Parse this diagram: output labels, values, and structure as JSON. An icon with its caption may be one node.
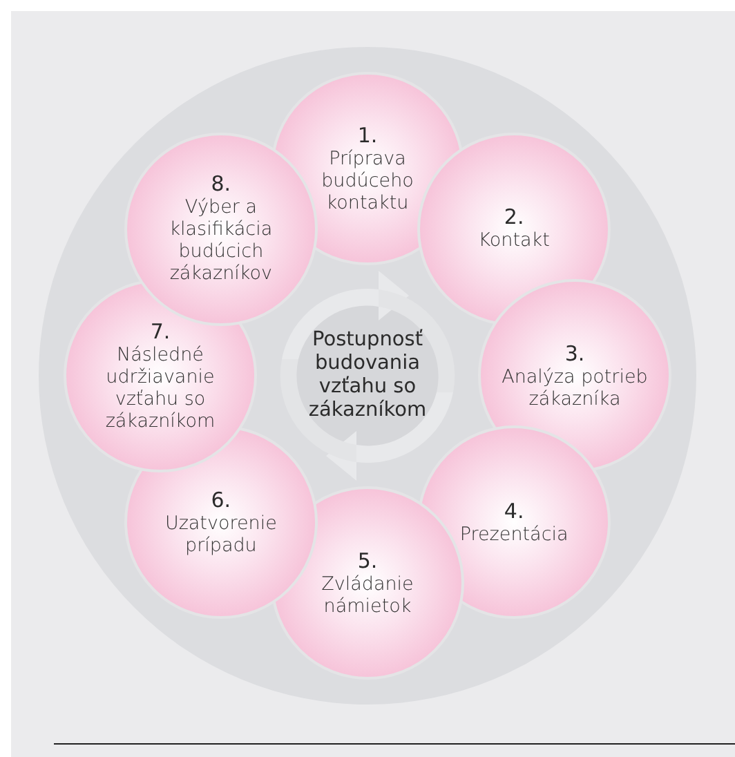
{
  "diagram": {
    "nodes": [
      {
        "text": [
          "Postupnosť budovania vzťahu so zákazníkom"
        ]
      },
      {
        "text": [
          "1.",
          "Príprava budúceho kontaktu"
        ]
      },
      {
        "text": [
          "2.",
          "Kontakt"
        ]
      },
      {
        "text": [
          "3.",
          "Analýza potrieb zákazníka"
        ]
      },
      {
        "text": [
          "4.",
          "Prezentácia"
        ]
      },
      {
        "text": [
          "5.",
          "Zvládanie námietok"
        ]
      },
      {
        "text": [
          "6.",
          "Uzatvorenie prípadu"
        ]
      },
      {
        "text": [
          "7.",
          "Následné udržiavanie vzťahu so zákazníkom"
        ]
      },
      {
        "text": [
          "8.",
          "Výber a klasifikácia budúcich zákazníkov"
        ]
      }
    ]
  }
}
